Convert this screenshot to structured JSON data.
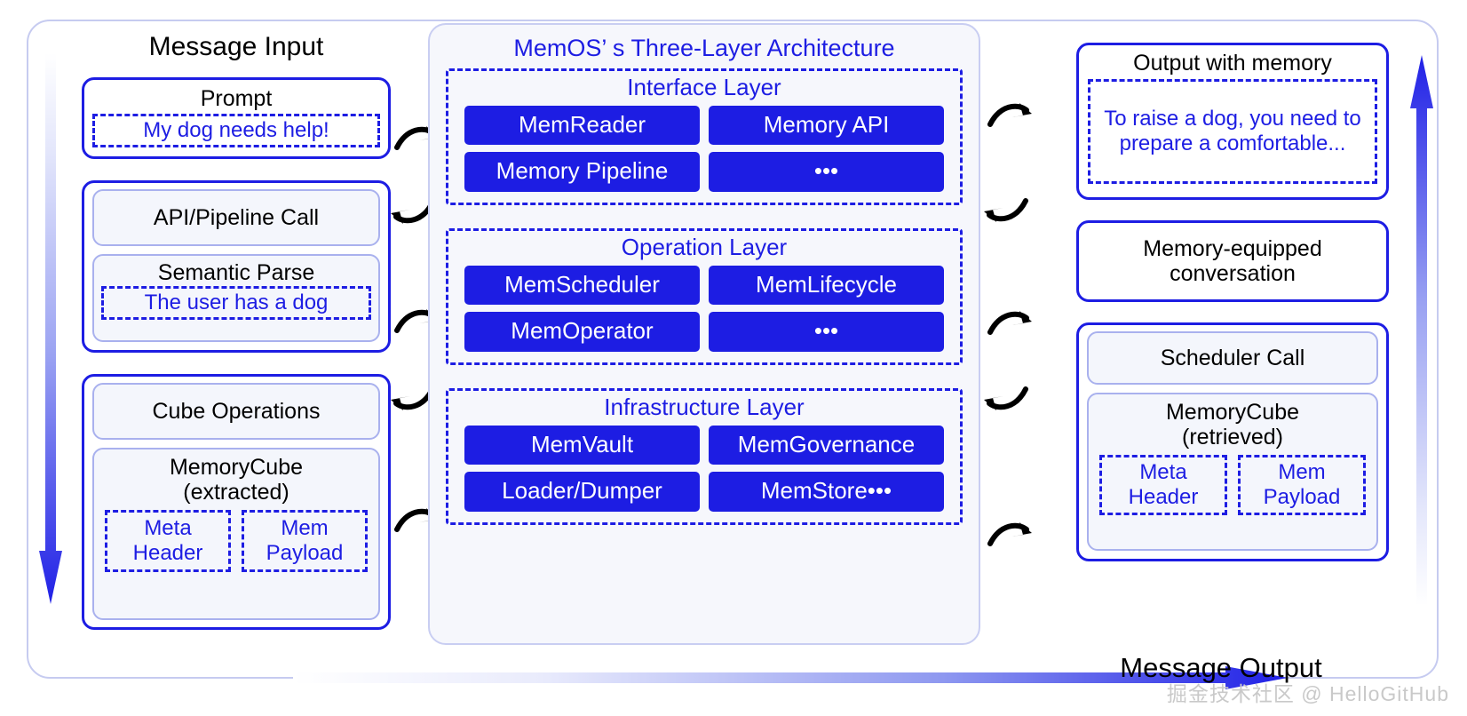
{
  "diagram": {
    "left_column_title": "Message Input",
    "right_column_title": "Message Output",
    "center_title": "MemOS’ s Three-Layer Architecture",
    "watermark": "掘金技术社区 @ HelloGitHub",
    "colors": {
      "primary_blue": "#1d1de3",
      "light_border": "#a9b1ee",
      "panel_bg": "#f6f7fc",
      "frame_border": "#c6cbf0",
      "text_black": "#000000",
      "watermark_gray": "#c9c9c9"
    }
  },
  "input": {
    "prompt_card": {
      "title": "Prompt",
      "content": "My dog needs help!"
    },
    "parse_card": {
      "item1": "API/Pipeline Call",
      "item2_title": "Semantic Parse",
      "item2_content": "The user has a dog"
    },
    "cube_card": {
      "item1": "Cube Operations",
      "item2_title_line1": "MemoryCube",
      "item2_title_line2": "(extracted)",
      "meta_header_line1": "Meta",
      "meta_header_line2": "Header",
      "mem_payload_line1": "Mem",
      "mem_payload_line2": "Payload"
    }
  },
  "architecture": {
    "layers": [
      {
        "name": "Interface Layer",
        "chips": [
          "MemReader",
          "Memory API",
          "Memory Pipeline",
          "•••"
        ]
      },
      {
        "name": "Operation Layer",
        "chips": [
          "MemScheduler",
          "MemLifecycle",
          "MemOperator",
          "•••"
        ]
      },
      {
        "name": "Infrastructure Layer",
        "chips": [
          "MemVault",
          "MemGovernance",
          "Loader/Dumper",
          "MemStore•••"
        ]
      }
    ]
  },
  "output": {
    "memory_card": {
      "title": "Output with memory",
      "content": "To raise a dog, you need to prepare a comfortable..."
    },
    "conversation_card": {
      "line1": "Memory-equipped",
      "line2": "conversation"
    },
    "scheduler_card": {
      "item1": "Scheduler Call",
      "item2_title_line1": "MemoryCube",
      "item2_title_line2": "(retrieved)",
      "meta_header_line1": "Meta",
      "meta_header_line2": "Header",
      "mem_payload_line1": "Mem",
      "mem_payload_line2": "Payload"
    }
  }
}
